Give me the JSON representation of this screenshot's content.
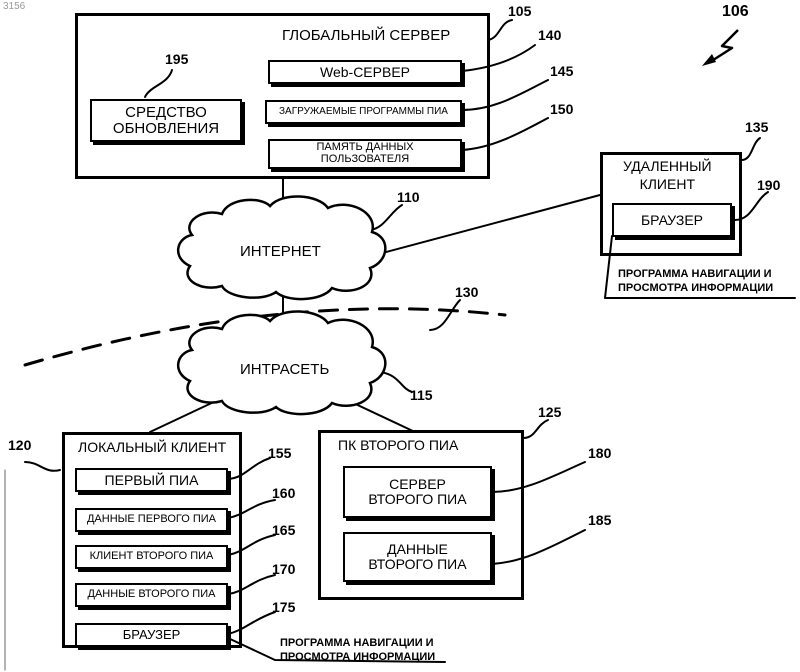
{
  "doc_id": "3156",
  "global_server": {
    "ref": "105",
    "title": "ГЛОБАЛЬНЫЙ СЕРВЕР"
  },
  "update_tool": {
    "ref": "195",
    "label": "СРЕДСТВО\nОБНОВЛЕНИЯ"
  },
  "web_server": {
    "ref": "140",
    "label": "Web-СЕРВЕР"
  },
  "pia_programs": {
    "ref": "145",
    "label": "ЗАГРУЖАЕМЫЕ ПРОГРАММЫ ПИА"
  },
  "user_data": {
    "ref": "150",
    "label": "ПАМЯТЬ ДАННЫХ\nПОЛЬЗОВАТЕЛЯ"
  },
  "figure_ref": "106",
  "internet": {
    "ref": "110",
    "label": "ИНТЕРНЕТ"
  },
  "remote_client": {
    "ref": "135",
    "title": "УДАЛЕННЫЙ\nКЛИЕНТ",
    "browser_ref": "190",
    "browser_label": "БРАУЗЕР",
    "note": "ПРОГРАММА НАВИГАЦИИ И\nПРОСМОТРА ИНФОРМАЦИИ"
  },
  "boundary": {
    "ref": "130"
  },
  "intranet": {
    "ref": "115",
    "label": "ИНТРАСЕТЬ"
  },
  "local_client": {
    "ref": "120",
    "title": "ЛОКАЛЬНЫЙ КЛИЕНТ",
    "items": [
      {
        "ref": "155",
        "label": "ПЕРВЫЙ ПИА"
      },
      {
        "ref": "160",
        "label": "ДАННЫЕ ПЕРВОГО ПИА"
      },
      {
        "ref": "165",
        "label": "КЛИЕНТ ВТОРОГО ПИА"
      },
      {
        "ref": "170",
        "label": "ДАННЫЕ ВТОРОГО ПИА"
      },
      {
        "ref": "175",
        "label": "БРАУЗЕР"
      }
    ],
    "note": "ПРОГРАММА НАВИГАЦИИ И\nПРОСМОТРА ИНФОРМАЦИИ"
  },
  "second_pc": {
    "ref": "125",
    "title": "ПК ВТОРОГО ПИА",
    "server_ref": "180",
    "server_label": "СЕРВЕР\nВТОРОГО ПИА",
    "data_ref": "185",
    "data_label": "ДАННЫЕ\nВТОРОГО ПИА"
  }
}
